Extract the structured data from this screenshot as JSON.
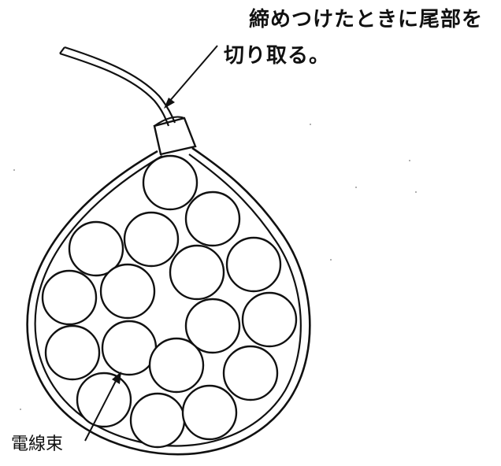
{
  "annotations": {
    "tail_cut_line1": "締めつけたときに尾部を",
    "tail_cut_line2": "切り取る。",
    "wire_bundle": "電線束"
  },
  "colors": {
    "ink": "#111111",
    "background": "#ffffff"
  }
}
